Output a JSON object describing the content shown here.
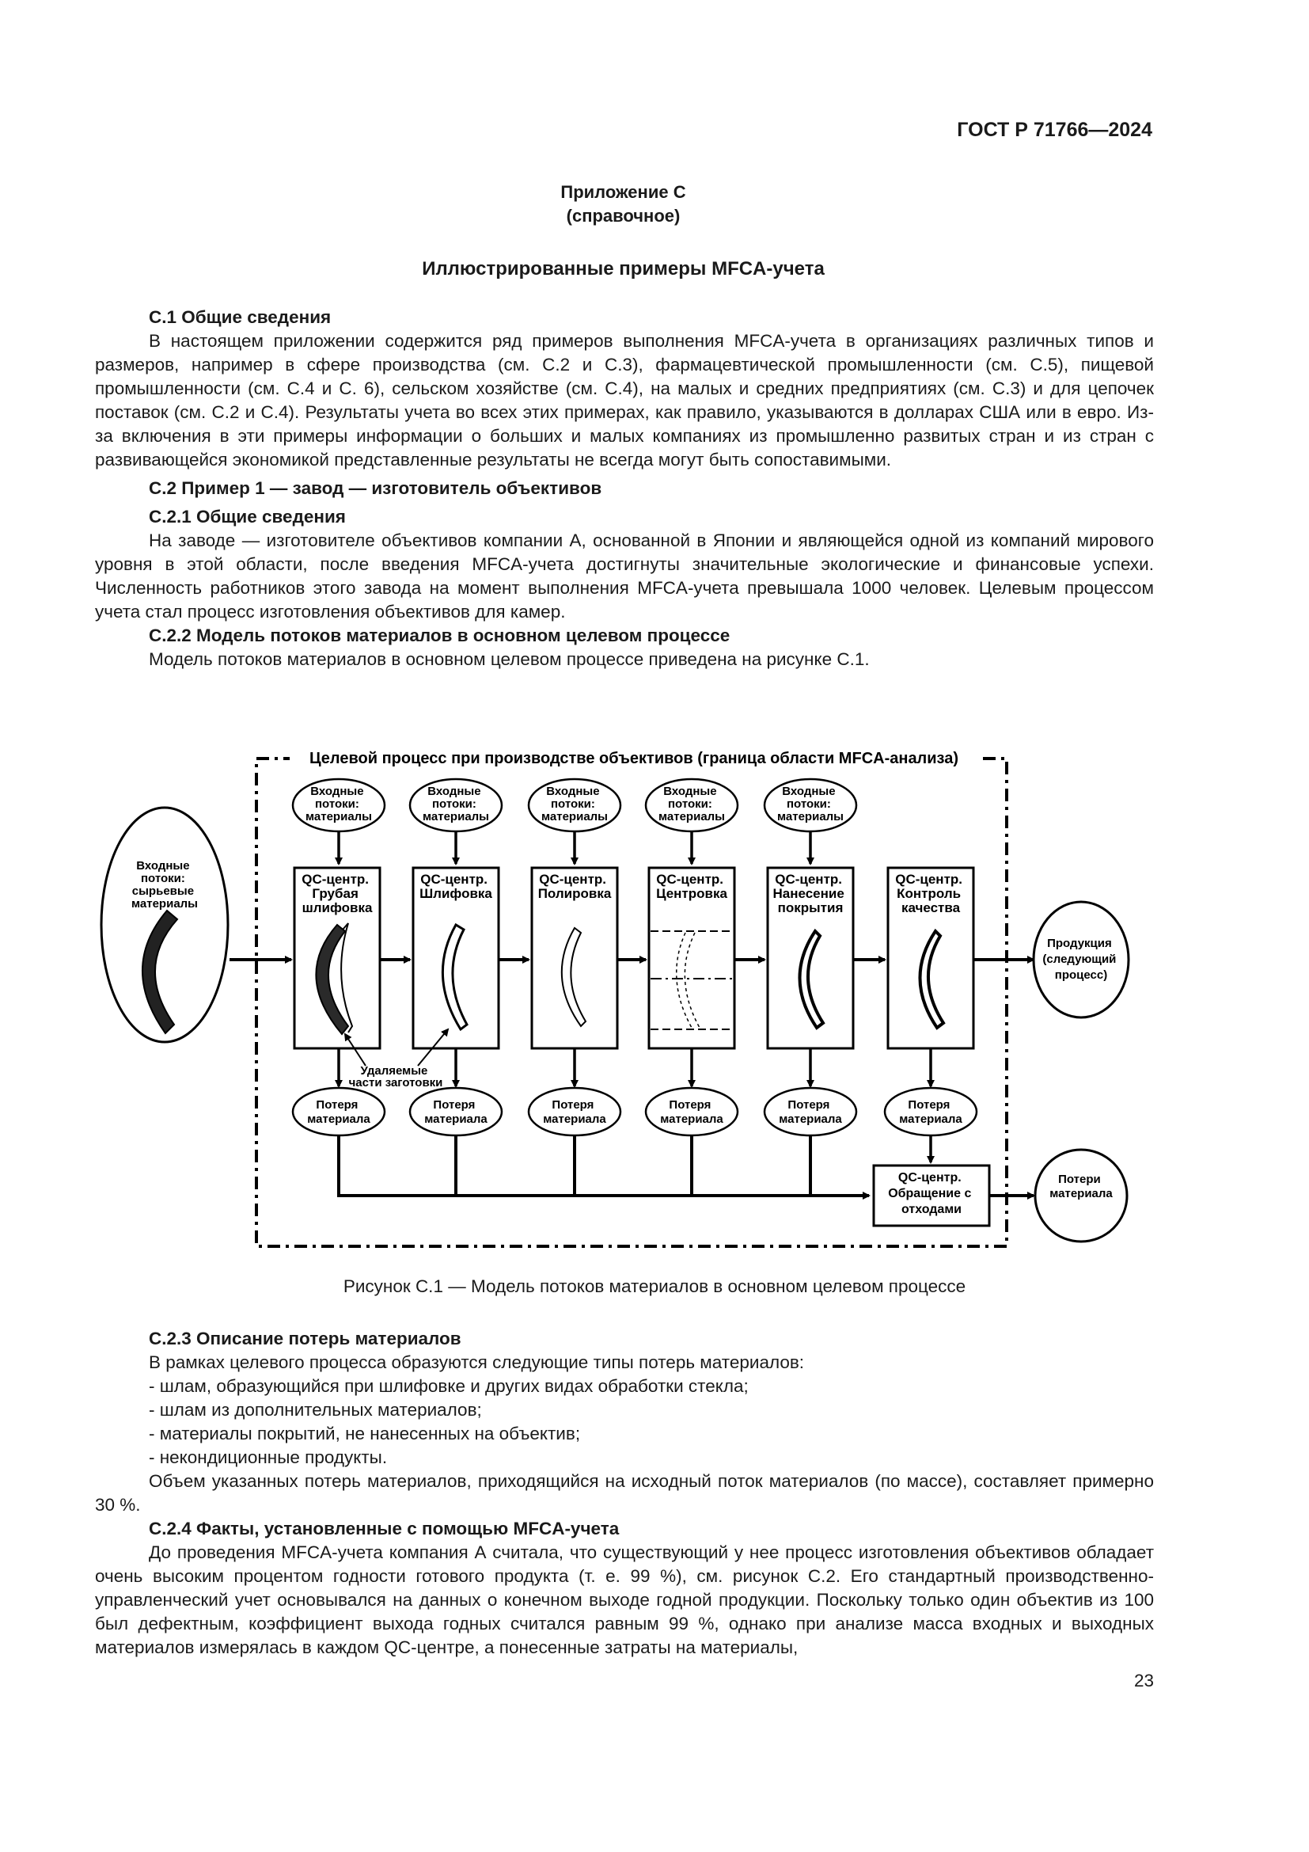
{
  "header": {
    "standard": "ГОСТ Р 71766—2024"
  },
  "appendix": {
    "title": "Приложение С",
    "subtitle": "(справочное)"
  },
  "main_title": "Иллюстрированные примеры MFCA-учета",
  "s1": {
    "heading": "С.1  Общие сведения",
    "para": "В настоящем приложении содержится ряд примеров выполнения MFCA-учета в организациях различных типов и размеров, например в сфере производства (см. С.2 и С.3), фармацевтической промышленности (см. С.5), пищевой промышленности (см. С.4 и С. 6), сельском хозяйстве (см. С.4), на малых и средних предприятиях (см. С.3) и для цепочек поставок (см. С.2 и С.4). Результаты учета во всех этих примерах, как правило, указываются в долларах США или в евро. Из-за включения в эти примеры информации о больших и малых компаниях из промышленно развитых стран и из стран с развивающейся экономикой представленные результаты не всегда могут быть сопоставимыми."
  },
  "s2": {
    "heading": "С.2  Пример 1 — завод — изготовитель объективов"
  },
  "s21": {
    "heading": "С.2.1  Общие сведения",
    "para": "На заводе — изготовителе объективов компании А, основанной в Японии и являющейся одной из компаний мирового уровня в этой области, после введения MFCA-учета достигнуты значительные экологические и финансовые успехи. Численность работников этого завода на момент выполнения MFCA-учета превышала 1000 человек. Целевым процессом учета стал процесс изготовления объективов для камер."
  },
  "s22": {
    "heading": "С.2.2  Модель потоков материалов в основном целевом процессе",
    "para": "Модель потоков материалов в основном целевом процессе приведена на рисунке С.1."
  },
  "figure": {
    "boundary_label": "Целевой процесс при производстве объективов (граница области MFCA-анализа)",
    "raw_input": [
      "Входные",
      "потоки:",
      "сырьевые",
      "материалы"
    ],
    "input_ellipse": [
      "Входные",
      "потоки:",
      "материалы"
    ],
    "loss_ellipse": [
      "Потеря",
      "материала"
    ],
    "qc_centers": [
      {
        "lines": [
          "QC-центр.",
          "Грубая",
          "шлифовка"
        ]
      },
      {
        "lines": [
          "QC-центр.",
          "Шлифовка"
        ]
      },
      {
        "lines": [
          "QC-центр.",
          "Полировка"
        ]
      },
      {
        "lines": [
          "QC-центр.",
          "Центровка"
        ]
      },
      {
        "lines": [
          "QC-центр.",
          "Нанесение",
          "покрытия"
        ]
      },
      {
        "lines": [
          "QC-центр.",
          "Контроль",
          "качества"
        ]
      }
    ],
    "removed_parts": [
      "Удаляемые",
      "части заготовки"
    ],
    "product": [
      "Продукция",
      "(следующий",
      "процесс)"
    ],
    "waste_center": [
      "QC-центр.",
      "Обращение с",
      "отходами"
    ],
    "final_loss": [
      "Потери",
      "материала"
    ]
  },
  "caption": "Рисунок С.1 — Модель потоков материалов в основном целевом процессе",
  "s23": {
    "heading": "С.2.3  Описание потерь материалов",
    "intro": "В рамках целевого процесса образуются следующие типы потерь материалов:",
    "items": [
      "- шлам, образующийся при шлифовке и других видах обработки стекла;",
      "- шлам из дополнительных материалов;",
      "- материалы покрытий, не нанесенных на объектив;",
      "- некондиционные продукты."
    ],
    "para": "Объем указанных потерь материалов, приходящийся на исходный поток материалов (по массе), составляет примерно 30 %."
  },
  "s24": {
    "heading": "С.2.4  Факты, установленные с помощью MFCA-учета",
    "para": "До проведения MFCA-учета компания А считала, что существующий у нее процесс изготовления объективов обладает очень высоким процентом годности готового продукта (т. е. 99 %), см. рисунок С.2. Его стандартный производственно-управленческий учет основывался на данных о конечном выходе годной продукции. Поскольку только один объектив из 100 был дефектным, коэффициент выхода годных считался равным 99 %, однако при анализе масса входных и выходных материалов измерялась в каждом QC-центре, а понесенные затраты на материалы,"
  },
  "page_number": "23"
}
